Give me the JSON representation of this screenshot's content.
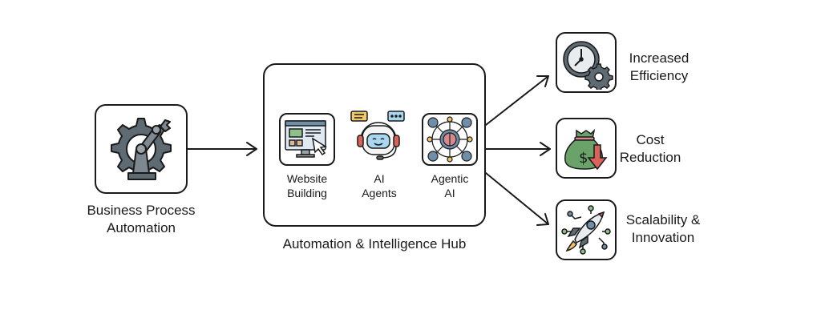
{
  "source": {
    "label_line1": "Business Process",
    "label_line2": "Automation",
    "icon": "robotic-arm-gear-icon"
  },
  "hub": {
    "title": "Automation & Intelligence Hub",
    "items": [
      {
        "line1": "Website",
        "line2": "Building",
        "icon": "website-monitor-cursor-icon"
      },
      {
        "line1": "AI",
        "line2": "Agents",
        "icon": "robot-headset-chat-icon"
      },
      {
        "line1": "Agentic",
        "line2": "AI",
        "icon": "brain-network-icon"
      }
    ]
  },
  "outcomes": [
    {
      "line1": "Increased",
      "line2": "Efficiency",
      "icon": "clock-gear-icon"
    },
    {
      "line1": "Cost",
      "line2": "Reduction",
      "icon": "money-bag-down-arrow-icon"
    },
    {
      "line1": "Scalability &",
      "line2": "Innovation",
      "icon": "rocket-network-icon"
    }
  ],
  "colors": {
    "stroke": "#1a1a1a",
    "gear": "#5f6b73",
    "screen_blue": "#dfe9f2",
    "green": "#6aa36a",
    "red": "#d9625a",
    "robot_blue": "#a9d6f0",
    "chat_yellow": "#f2c96b",
    "brain_pink": "#d98a8f",
    "node_yellow": "#f0c36b",
    "person_blue": "#6f8fa8"
  }
}
